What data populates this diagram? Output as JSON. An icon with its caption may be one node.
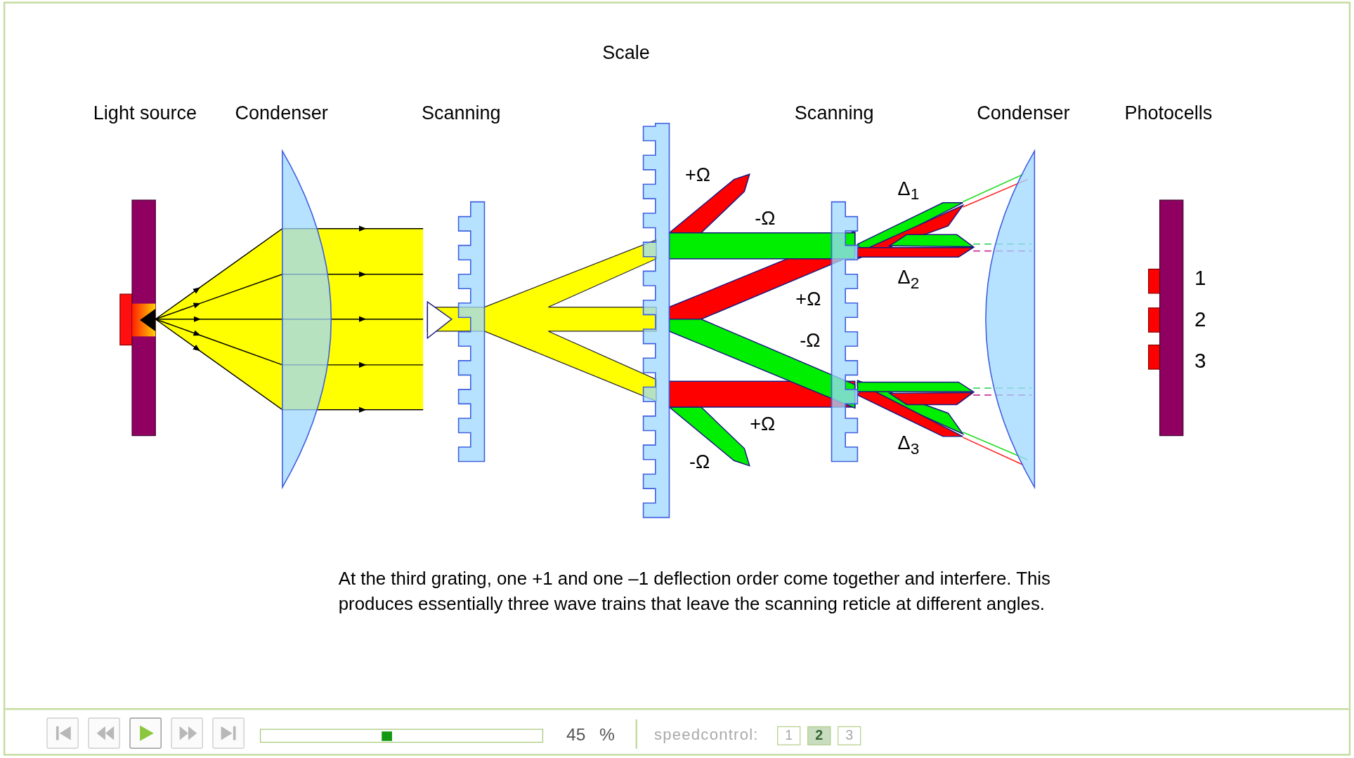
{
  "diagram": {
    "caption": "At the third grating, one +1 and one –1 deflection order come together and interfere.  This produces essentially three wave trains that leave the scanning reticle at different angles.",
    "labels": [
      "Scale",
      "Light source",
      "Condenser",
      "Scanning",
      "Scanning",
      "Condenser",
      "Photocells",
      "+Ω",
      "Δ$_{1}$",
      "-Ω",
      "Δ$_{2}$",
      "1",
      "+Ω",
      "2",
      "-Ω",
      "3",
      "+Ω",
      "Δ$_{3}$",
      "-Ω",
      "45",
      "%",
      "speedcontrol:",
      "1",
      "2",
      "3"
    ]
  }
}
